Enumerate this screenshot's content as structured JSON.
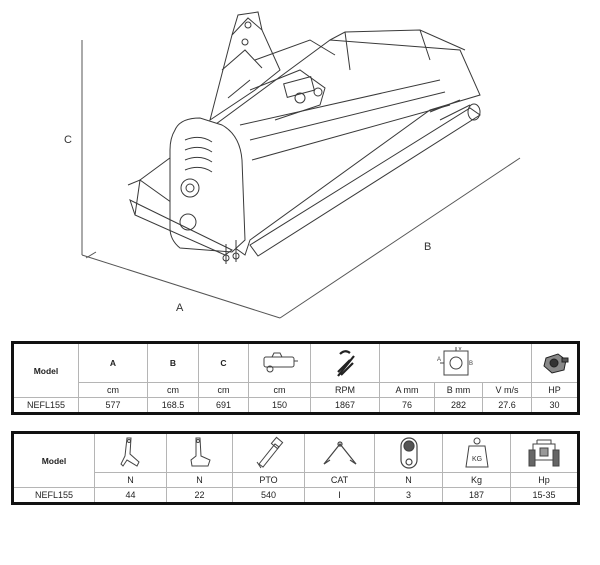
{
  "drawing": {
    "dim_labels": {
      "a": "A",
      "b": "B",
      "c": "C"
    }
  },
  "table1": {
    "model_header": "Model",
    "col_a": "A",
    "col_b": "B",
    "col_c": "C",
    "icons": [
      "flail-mower-icon",
      "rotor-icon",
      "rotor-cross-section-icon",
      "gearbox-icon"
    ],
    "units": [
      "cm",
      "cm",
      "cm",
      "cm",
      "RPM",
      "A mm",
      "B mm",
      "V m/s",
      "HP"
    ],
    "row": {
      "model": "NEFL155",
      "values": [
        "577",
        "168.5",
        "691",
        "150",
        "1867",
        "76",
        "282",
        "27.6",
        "30"
      ]
    }
  },
  "table2": {
    "model_header": "Model",
    "icons": [
      "y-blade-icon",
      "hammer-blade-icon",
      "pto-shaft-icon",
      "hitch-category-icon",
      "belt-icon",
      "weight-icon",
      "tractor-icon"
    ],
    "weight_icon_text": "KG",
    "units": [
      "N",
      "N",
      "PTO",
      "CAT",
      "N",
      "Kg",
      "Hp"
    ],
    "row": {
      "model": "NEFL155",
      "values": [
        "44",
        "22",
        "540",
        "I",
        "3",
        "187",
        "15-35"
      ]
    }
  }
}
